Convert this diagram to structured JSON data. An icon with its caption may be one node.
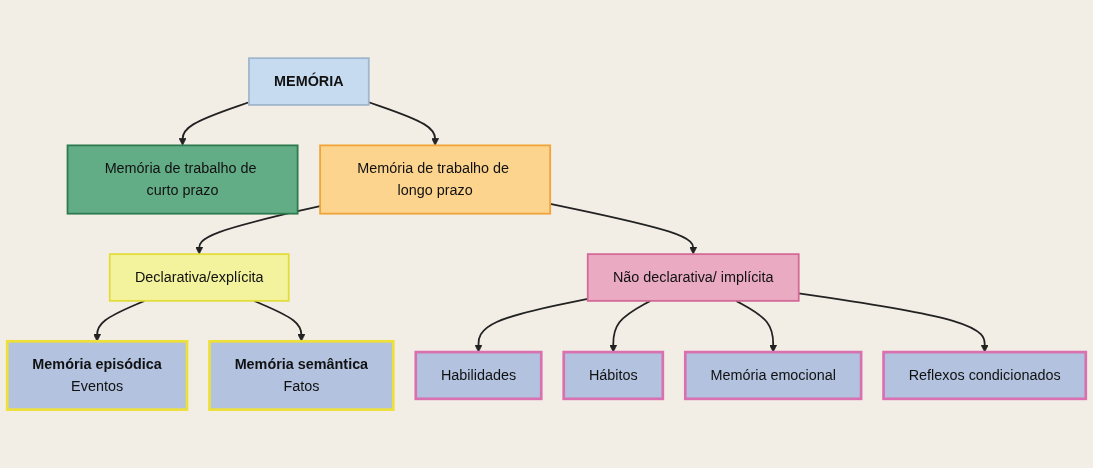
{
  "diagram": {
    "nodes": [
      {
        "text": [
          "MEMÓRIA"
        ]
      },
      {
        "text": [
          "Memória de trabalho de curto prazo"
        ]
      },
      {
        "text": [
          "Memória de trabalho de longo prazo"
        ]
      },
      {
        "text": [
          "Declarativa/explícita"
        ]
      },
      {
        "text": [
          "Não declarativa/ implícita"
        ]
      },
      {
        "text": [
          "Memória episódica",
          "Eventos"
        ]
      },
      {
        "text": [
          "Memória semântica",
          "Fatos"
        ]
      },
      {
        "text": [
          "Habilidades"
        ]
      },
      {
        "text": [
          "Hábitos"
        ]
      },
      {
        "text": [
          "Memória emocional"
        ]
      },
      {
        "text": [
          "Reflexos condicionados"
        ]
      }
    ],
    "edges": [
      {
        "from": 0,
        "to": 1,
        "arrow": "to"
      },
      {
        "from": 0,
        "to": 2,
        "arrow": "to"
      },
      {
        "from": 2,
        "to": 3,
        "arrow": "to"
      },
      {
        "from": 2,
        "to": 4,
        "arrow": "to"
      },
      {
        "from": 3,
        "to": 5,
        "arrow": "to"
      },
      {
        "from": 3,
        "to": 6,
        "arrow": "to"
      },
      {
        "from": 4,
        "to": 7,
        "arrow": "to"
      },
      {
        "from": 4,
        "to": 8,
        "arrow": "to"
      },
      {
        "from": 4,
        "to": 9,
        "arrow": "to"
      },
      {
        "from": 4,
        "to": 10,
        "arrow": "to"
      }
    ]
  }
}
